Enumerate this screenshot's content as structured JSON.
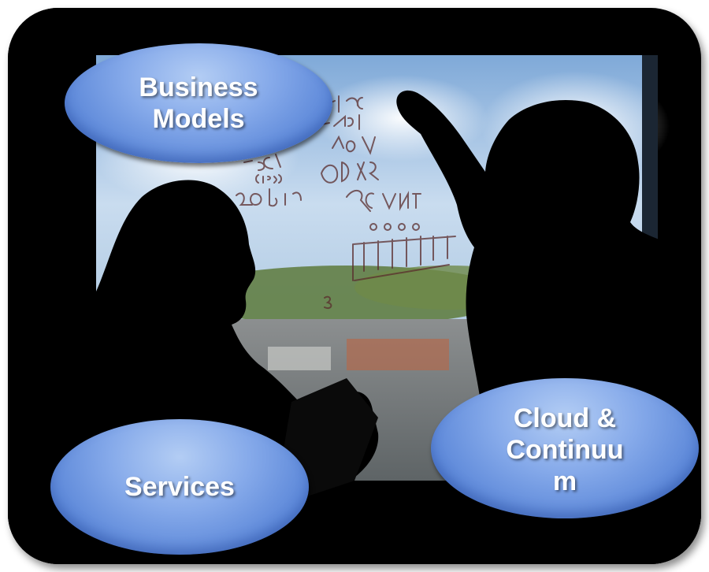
{
  "bubbles": {
    "business_models": "Business\nModels",
    "services": "Services",
    "cloud_continuum": "Cloud &\nContinuu\nm"
  },
  "colors": {
    "frame": "#000000",
    "bubble_light": "#b3cdf4",
    "bubble_dark": "#4674cc",
    "sky": "#b8d4ee",
    "text": "#ffffff"
  }
}
